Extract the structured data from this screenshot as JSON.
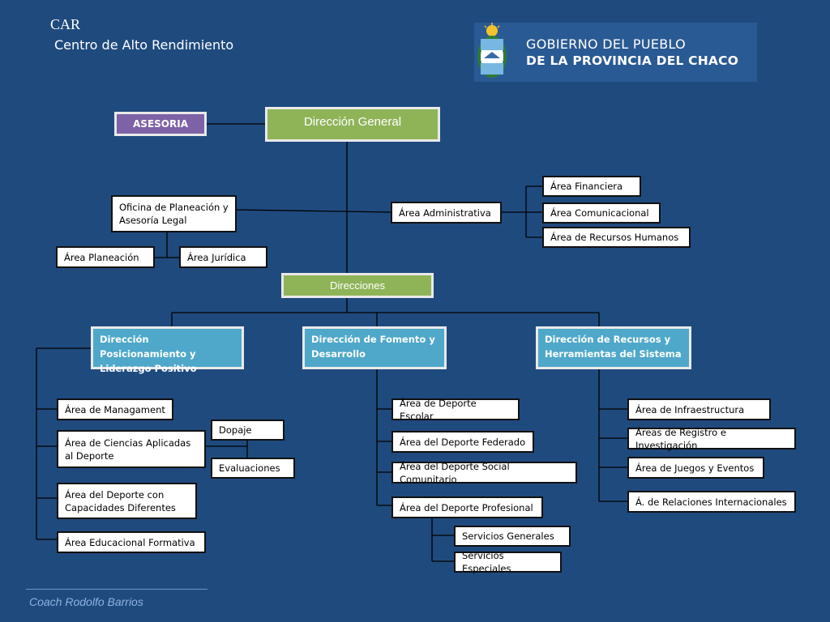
{
  "header": {
    "title": "CAR",
    "subtitle": "Centro de Alto Rendimiento"
  },
  "logo": {
    "line1": "GOBIERNO DEL PUEBLO",
    "line2": "DE LA PROVINCIA DEL CHACO"
  },
  "org": {
    "general": "Dirección General",
    "asesoria": "ASESORIA",
    "oficina": "Oficina de Planeación y Asesoría  Legal",
    "planeacion": "Área Planeación",
    "juridica": "Área Jurídica",
    "administrativa": "Área Administrativa",
    "financiera": "Área Financiera",
    "comunicacional": "Área Comunicacional",
    "rrhh": "Área de Recursos Humanos",
    "direcciones": "Direcciones",
    "dir1": "Dirección Posicionamiento y Liderazgo Positivo",
    "dir2": "Dirección  de Fomento  y Desarrollo",
    "dir3": "Dirección de Recursos y Herramientas del Sistema",
    "managament": "Área de Managament",
    "ciencias": "Área de Ciencias Aplicadas al Deporte",
    "dopaje": "Dopaje",
    "evaluaciones": "Evaluaciones",
    "capacidades": "Área del Deporte con Capacidades Diferentes",
    "educacional": "Área Educacional Formativa",
    "escolar": "Área de Deporte Escolar",
    "federado": "Área del Deporte Federado",
    "social": "Área del Deporte Social Comunitario",
    "profesional": "Área del Deporte Profesional",
    "servicios_generales": "Servicios  Generales",
    "servicios_especiales": "Servicios Especiales",
    "infraestructura": "Área de Infraestructura",
    "registro": "Áreas de Registro e Investigación",
    "juegos": "Área de Juegos y Eventos",
    "relaciones": "Á. de Relaciones Internacionales"
  },
  "footer": {
    "author": "Coach Rodolfo Barrios"
  }
}
